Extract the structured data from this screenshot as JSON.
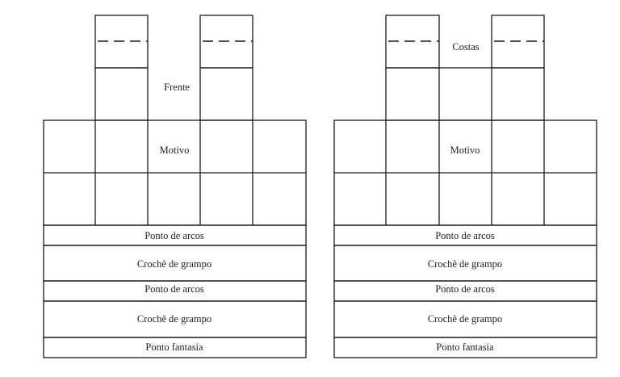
{
  "panels": [
    {
      "label": "Frente",
      "motif": "Motivo",
      "bands": [
        "Ponto de arcos",
        "Crochê de grampo",
        "Ponto de arcos",
        "Crochê de grampo",
        "Ponto fantasia"
      ]
    },
    {
      "label": "Costas",
      "motif": "Motivo",
      "bands": [
        "Ponto de arcos",
        "Crochê de grampo",
        "Ponto de arcos",
        "Crochê de grampo",
        "Ponto fantasia"
      ]
    }
  ]
}
